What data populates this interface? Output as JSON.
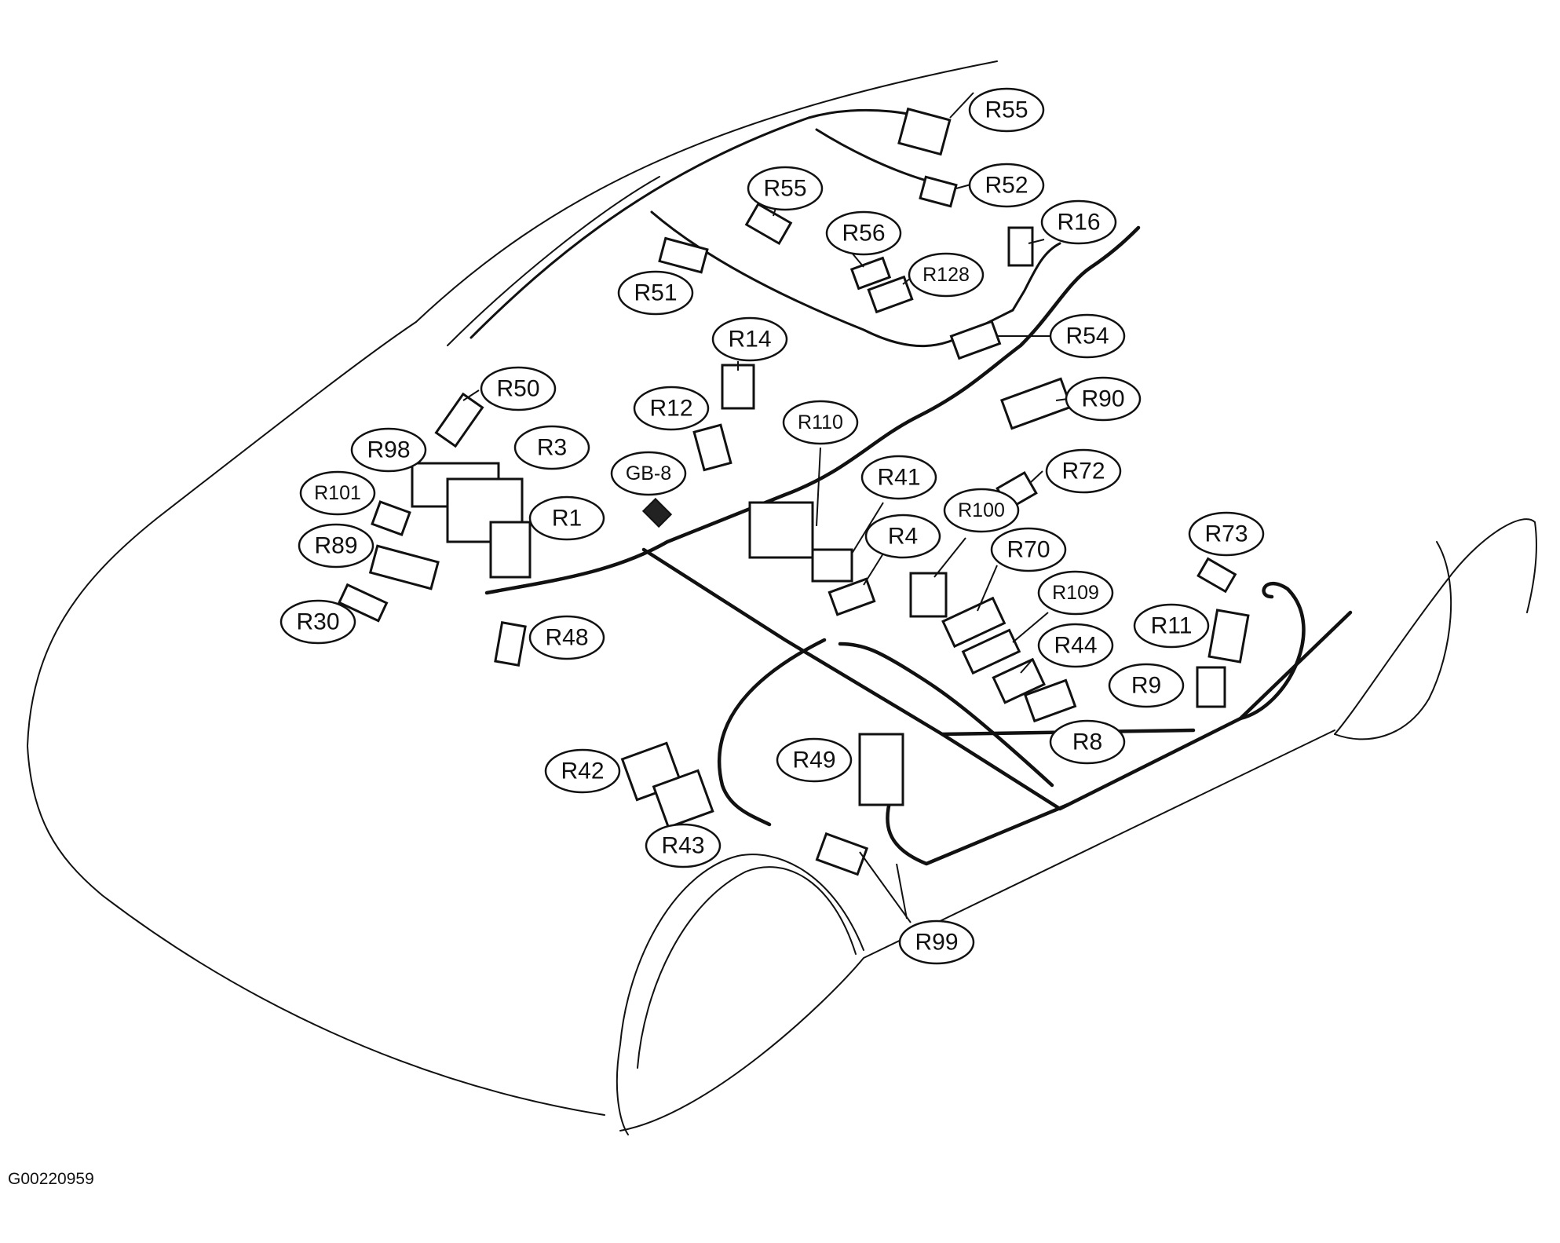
{
  "figure_id": "G00220959",
  "labels": {
    "r55_top": "R55",
    "r52": "R52",
    "r55_mid": "R55",
    "r16": "R16",
    "r56": "R56",
    "r128": "R128",
    "r51": "R51",
    "r54": "R54",
    "r14": "R14",
    "r50": "R50",
    "r90": "R90",
    "r12": "R12",
    "r110": "R110",
    "r98": "R98",
    "r3": "R3",
    "gb8": "GB-8",
    "r72": "R72",
    "r41": "R41",
    "r101": "R101",
    "r1": "R1",
    "r100": "R100",
    "r73": "R73",
    "r89": "R89",
    "r4": "R4",
    "r70": "R70",
    "r109": "R109",
    "r30": "R30",
    "r48": "R48",
    "r11": "R11",
    "r44": "R44",
    "r9": "R9",
    "r8": "R8",
    "r42": "R42",
    "r49": "R49",
    "r43": "R43",
    "r99": "R99"
  }
}
